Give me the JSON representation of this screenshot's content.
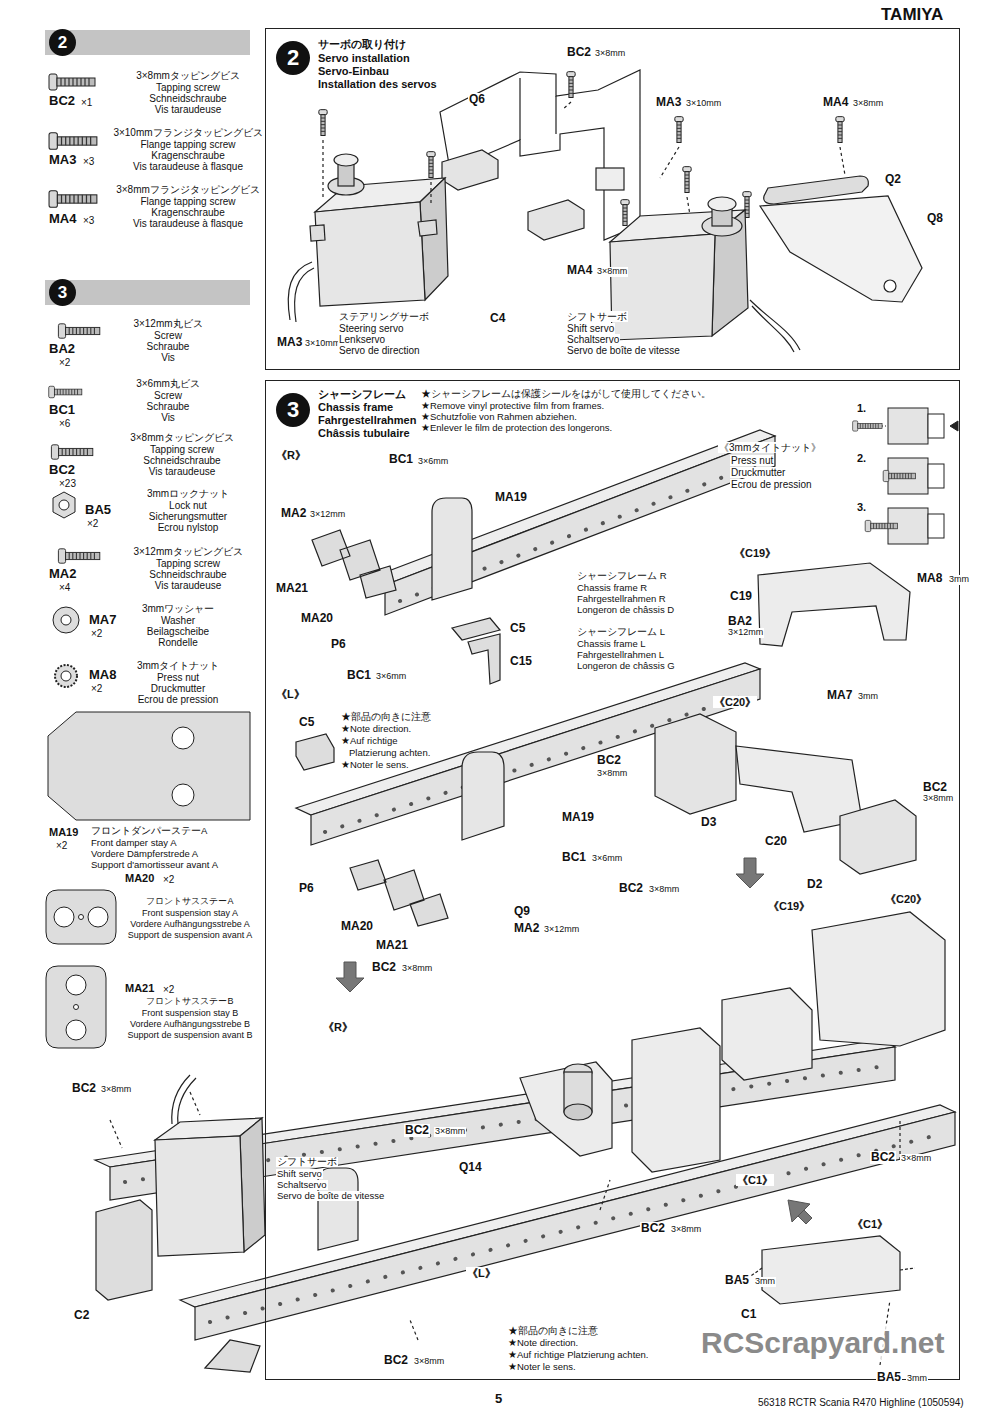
{
  "diagram": {
    "nodes": [
      {
        "text": [
          "2"
        ]
      },
      {
        "text": [
          "3"
        ]
      },
      {
        "text": [
          "2",
          "サーボの取り付け",
          "Servo installation",
          "Servo-Einbau",
          "Installation des servos"
        ]
      },
      {
        "text": [
          "3",
          "シャーシフレーム",
          "Chassis frame",
          "Fahrgestellrahmen",
          "Châssis tubulaire"
        ]
      }
    ],
    "labels": [
      "TAMIYA",
      "BC2",
      "×1",
      "3×8mmタッピングビス",
      "Tapping screw",
      "Schneidschraube",
      "Vis taraudeuse",
      "MA3",
      "×3",
      "3×10mmフランジタッピングビス",
      "Flange tapping screw",
      "Kragenschraube",
      "Vis taraudeuse à flasque",
      "MA4",
      "×3",
      "3×8mmフランジタッピングビス",
      "Flange tapping screw",
      "Kragenschraube",
      "Vis taraudeuse à flasque",
      "BA2",
      "×2",
      "3×12mm丸ビス",
      "Screw",
      "Schraube",
      "Vis",
      "BC1",
      "×6",
      "3×6mm丸ビス",
      "Screw",
      "Schraube",
      "Vis",
      "BC2",
      "×23",
      "3×8mmタッピングビス",
      "Tapping screw",
      "Schneidschraube",
      "Vis taraudeuse",
      "BA5",
      "×2",
      "3mmロックナット",
      "Lock nut",
      "Sicherungsmutter",
      "Ecrou nylstop",
      "MA2",
      "×4",
      "3×12mmタッピングビス",
      "Tapping screw",
      "Schneidschraube",
      "Vis taraudeuse",
      "MA7",
      "×2",
      "3mmワッシャー",
      "Washer",
      "Beilagscheibe",
      "Rondelle",
      "MA8",
      "×2",
      "3mmタイトナット",
      "Press nut",
      "Druckmutter",
      "Ecrou de pression",
      "MA19",
      "×2",
      "フロントダンパーステーA",
      "Front damper stay A",
      "Vordere Dämpferstrede A",
      "Support d'amortisseur avant A",
      "MA20",
      "×2",
      "フロントサスステーA",
      "Front suspension stay A",
      "Vordere Aufhängungsstrebe A",
      "Support de suspension avant A",
      "MA21",
      "×2",
      "フロントサスステーB",
      "Front suspension stay B",
      "Vordere Aufhängungsstrebe B",
      "Support de suspension avant B",
      "BC2",
      "3×8mm",
      "Q6",
      "MA3",
      "3×10mm",
      "MA4",
      "3×8mm",
      "Q2",
      "Q8",
      "C4",
      "MA4",
      "3×8mm",
      "MA3",
      "3×10mm",
      "ステアリングサーボ",
      "Steering servo",
      "Lenkservo",
      "Servo de direction",
      "シフトサーボ",
      "Shift servo",
      "Schaltservo",
      "Servo de boîte de vitesse",
      "★シャーシフレームは保護シールをはがして使用してください。",
      "★Remove vinyl protective film from frames.",
      "★Schutzfolie von Rahmen abziehen.",
      "★Enlever le film de protection des longerons.",
      "1.",
      "2.",
      "3.",
      "《3mmタイトナット》",
      "Press nut",
      "Druckmutter",
      "Ecrou de pression",
      "《R》",
      "BC1",
      "3×6mm",
      "MA19",
      "MA2",
      "3×12mm",
      "MA21",
      "MA20",
      "P6",
      "C5",
      "C15",
      "BC1",
      "3×6mm",
      "シャーシフレーム R",
      "Chassis frame R",
      "Fahrgestellrahmen R",
      "Longeron de châssis D",
      "シャーシフレーム L",
      "Chassis frame L",
      "Fahrgestellrahmen L",
      "Longeron de châssis G",
      "《C19》",
      "C19",
      "MA8",
      "3mm",
      "BA2",
      "3×12mm",
      "MA7",
      "3mm",
      "《L》",
      "C5",
      "★部品の向きに注意",
      "★Note direction.",
      "★Auf richtige",
      "Platzierung achten.",
      "★Noter le sens.",
      "MA19",
      "BC1",
      "3×6mm",
      "P6",
      "MA20",
      "MA21",
      "MA2",
      "3×12mm",
      "《C20》",
      "BC2",
      "3×8mm",
      "D3",
      "C20",
      "BC2",
      "3×8mm",
      "D2",
      "BC2",
      "3×8mm",
      "《C19》",
      "《C20》",
      "Q9",
      "BC2",
      "3×8mm",
      "《R》",
      "BC2",
      "3×8mm",
      "BC2",
      "3×8mm",
      "Q14",
      "シフトサーボ",
      "Shift servo",
      "Schaltservo",
      "Servo de boîte de vitesse",
      "《C1》",
      "BC2",
      "3×8mm",
      "BC2",
      "3×8mm",
      "《L》",
      "《C1》",
      "BA5",
      "3mm",
      "C1",
      "C2",
      "BC2",
      "3×8mm",
      "★部品の向きに注意",
      "★Note direction.",
      "★Auf richtige Platzierung achten.",
      "★Noter le sens.",
      "BA5",
      "3mm",
      "RCScrapyard.net",
      "5",
      "56318 RCTR Scania R470 Highline (1050594)"
    ]
  }
}
